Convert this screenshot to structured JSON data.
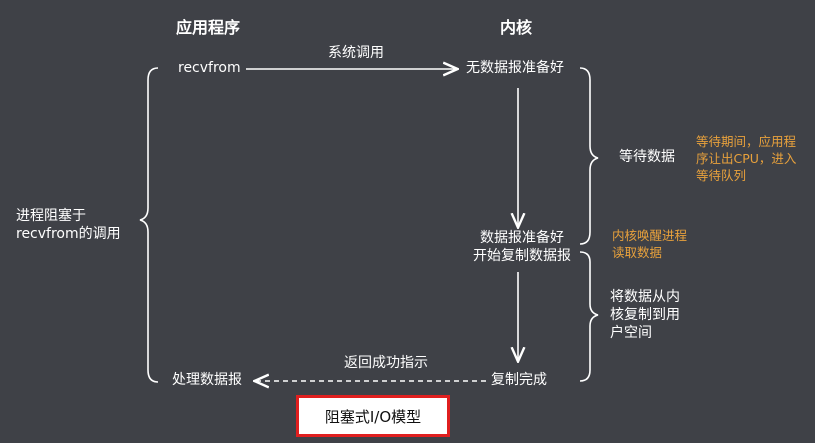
{
  "headers": {
    "app": "应用程序",
    "kernel": "内核"
  },
  "labels": {
    "recvfrom": "recvfrom",
    "syscall": "系统调用",
    "no_data": "无数据报准备好",
    "data_ready_line1": "数据报准备好",
    "data_ready_line2": "开始复制数据报",
    "copy_done": "复制完成",
    "return_success": "返回成功指示",
    "process": "处理数据报",
    "blocked_line1": "进程阻塞于",
    "blocked_line2": "recvfrom的调用",
    "wait_data": "等待数据",
    "copy_line1": "将数据从内",
    "copy_line2": "核复制到用",
    "copy_line3": "户空间"
  },
  "notes": {
    "wait_line1": "等待期间，应用程",
    "wait_line2": "序让出CPU，进入",
    "wait_line3": "等待队列",
    "wake_line1": "内核唤醒进程",
    "wake_line2": "读取数据"
  },
  "title": "阻塞式I/O模型",
  "colors": {
    "background": "#3f4147",
    "note": "#e8a13c",
    "highlight": "#e01f1f"
  }
}
